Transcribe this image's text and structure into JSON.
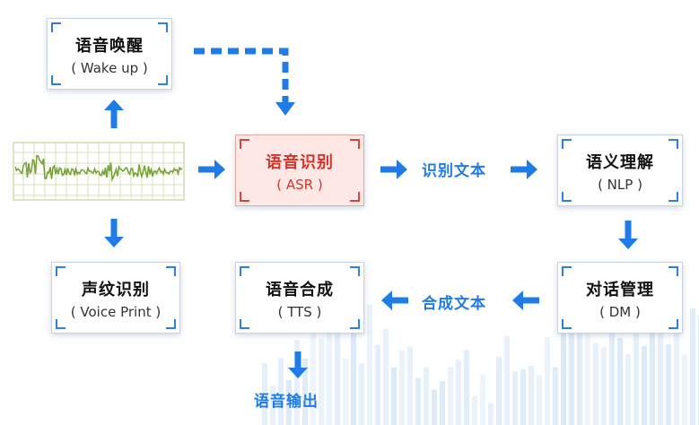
{
  "nodes": {
    "wake": {
      "title": "语音唤醒",
      "subtitle": "( Wake up )"
    },
    "asr": {
      "title": "语音识别",
      "subtitle": "( ASR )"
    },
    "nlp": {
      "title": "语义理解",
      "subtitle": "( NLP )"
    },
    "dm": {
      "title": "对话管理",
      "subtitle": "( DM )"
    },
    "tts": {
      "title": "语音合成",
      "subtitle": "( TTS )"
    },
    "voiceprint": {
      "title": "声纹识别",
      "subtitle": "( Voice Print )"
    }
  },
  "edge_labels": {
    "recognized_text": "识别文本",
    "synthesized_text": "合成文本",
    "speech_output": "语音输出"
  },
  "icons": {
    "audio_input": "waveform-icon"
  },
  "colors": {
    "accent_blue": "#1f7be6",
    "asr_red": "#d6342b",
    "asr_fill": "#fde8e6",
    "waveform_green": "#7aa23a"
  }
}
